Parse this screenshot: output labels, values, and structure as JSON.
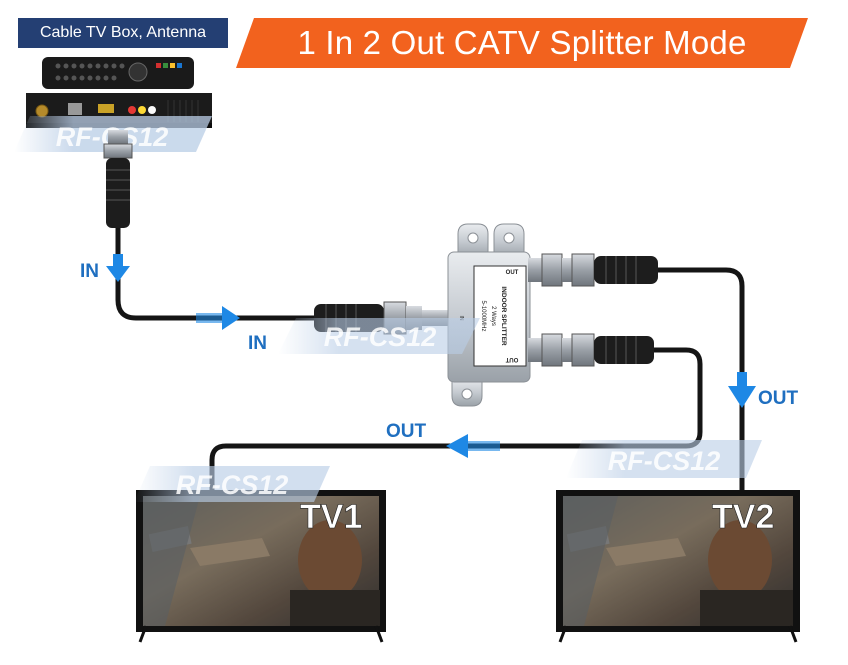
{
  "source_label": "Cable TV Box, Antenna",
  "title": "1 In 2 Out CATV Splitter Mode",
  "flow_labels": {
    "in_vertical": "IN",
    "in_horizontal": "IN",
    "out_left": "OUT",
    "out_right": "OUT"
  },
  "splitter": {
    "port_out_top": "OUT",
    "port_out_bottom": "OUT",
    "port_in": "IN",
    "body_line1": "INDOOR SPLITTER",
    "body_line2": "2 Ways",
    "body_line3": "5-1000MHz"
  },
  "watermark": "RF-CS12",
  "tvs": [
    {
      "label": "TV1"
    },
    {
      "label": "TV2"
    }
  ],
  "colors": {
    "title_banner": "#f2621e",
    "source_tag": "#243f73",
    "flow_arrow": "#1e88e5",
    "label_blue": "#1f6fc0",
    "cable": "#151515"
  }
}
